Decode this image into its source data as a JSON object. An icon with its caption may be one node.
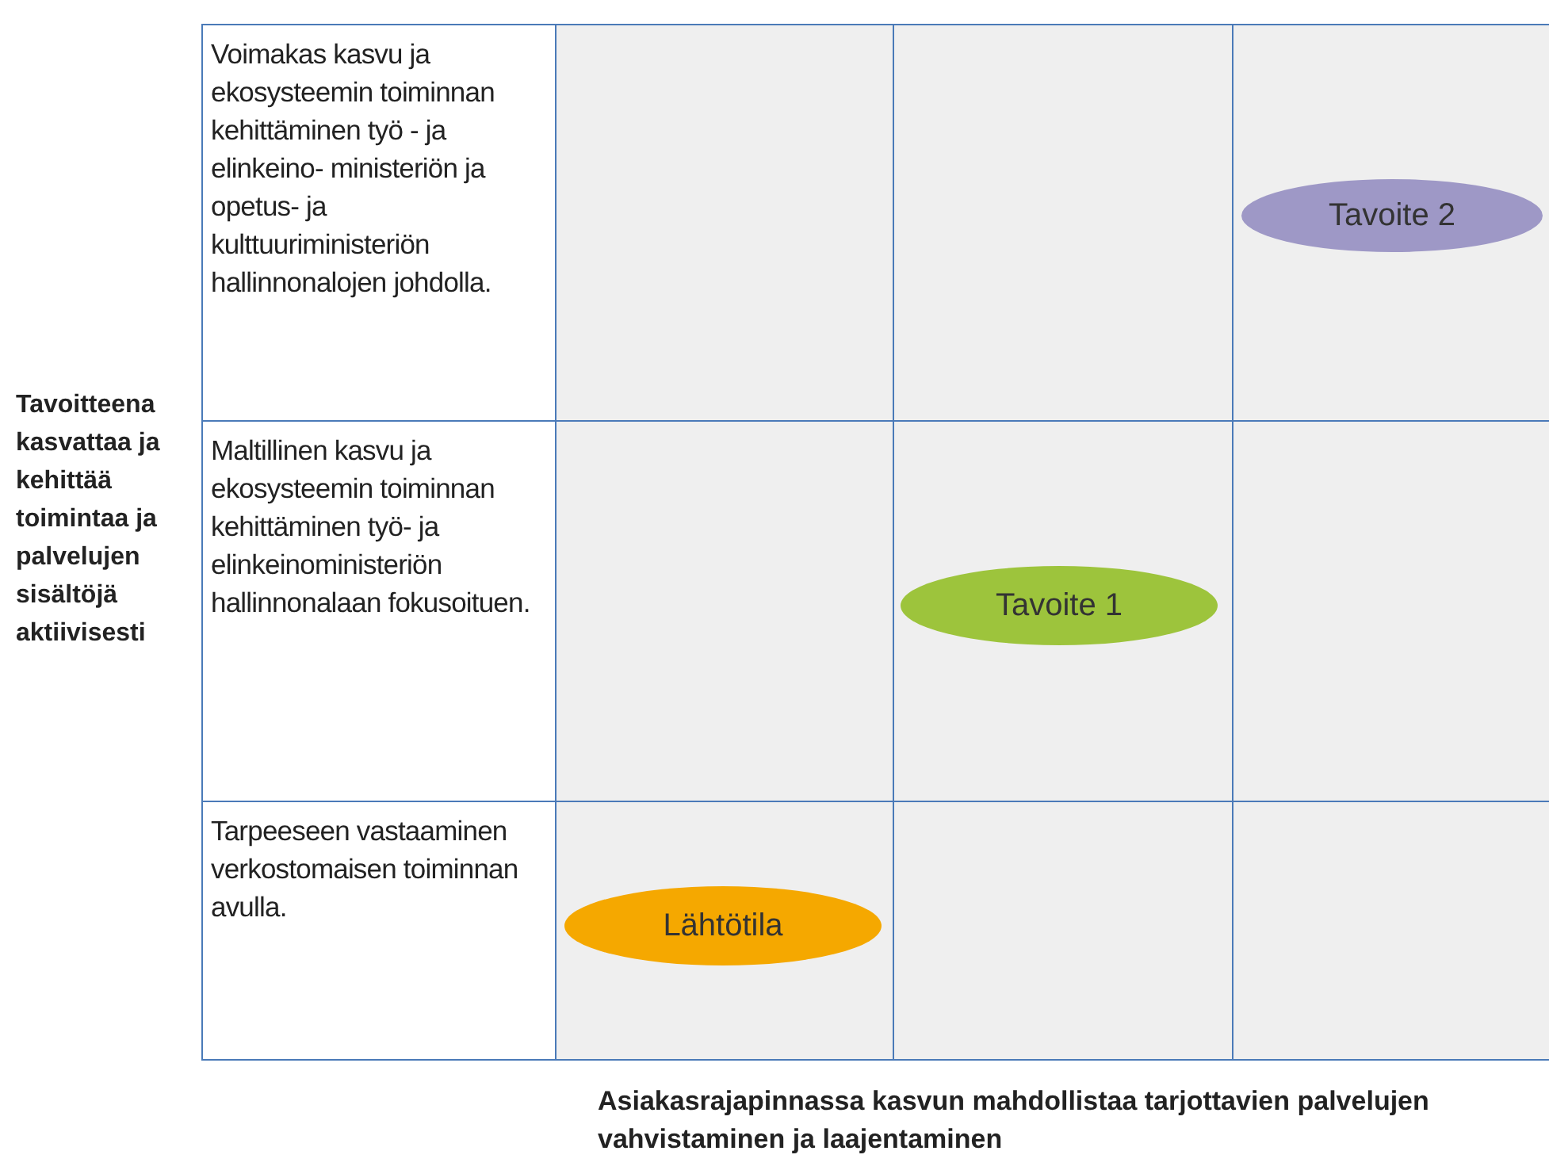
{
  "diagram": {
    "nodes": [
      {
        "text": [
          "Voimakas kasvu ja ekosysteemin toiminnan kehittäminen työ - ja elinkeino- ministeriön ja opetus- ja kulttuuriministeriön hallinnonalojen johdolla."
        ]
      },
      {
        "text": [
          "Tavoite 2"
        ]
      },
      {
        "text": [
          "Maltillinen kasvu ja ekosysteemin toiminnan kehittäminen työ- ja elinkeinoministeriön hallinnonalaan fokusoituen."
        ]
      },
      {
        "text": [
          "Tavoite 1"
        ]
      },
      {
        "text": [
          "Tarpeeseen vastaaminen verkostomaisen toiminnan avulla."
        ]
      },
      {
        "text": [
          "Lähtötila"
        ]
      }
    ],
    "labels": [
      "Tavoitteena kasvattaa ja kehittää toimintaa ja palvelujen sisältöjä aktiivisesti",
      "Asiakasrajapinnassa kasvun mahdollistaa tarjottavien palvelujen vahvistaminen ja laajentaminen"
    ]
  }
}
